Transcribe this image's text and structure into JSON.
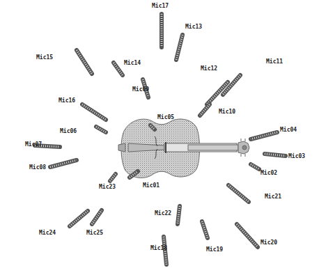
{
  "diagram": {
    "labels": [
      "Mic17",
      "Mic13",
      "Mic15",
      "Mic14",
      "Mic11",
      "Mic12",
      "Mic09",
      "Mic16",
      "Mic10",
      "Mic05",
      "Mic04",
      "Mic06",
      "Mic07",
      "Mic03",
      "Mic08",
      "Mic02",
      "Mic01",
      "Mic23",
      "Mic21",
      "Mic22",
      "Mic24",
      "Mic25",
      "Mic18",
      "Mic19",
      "Mic20"
    ]
  }
}
